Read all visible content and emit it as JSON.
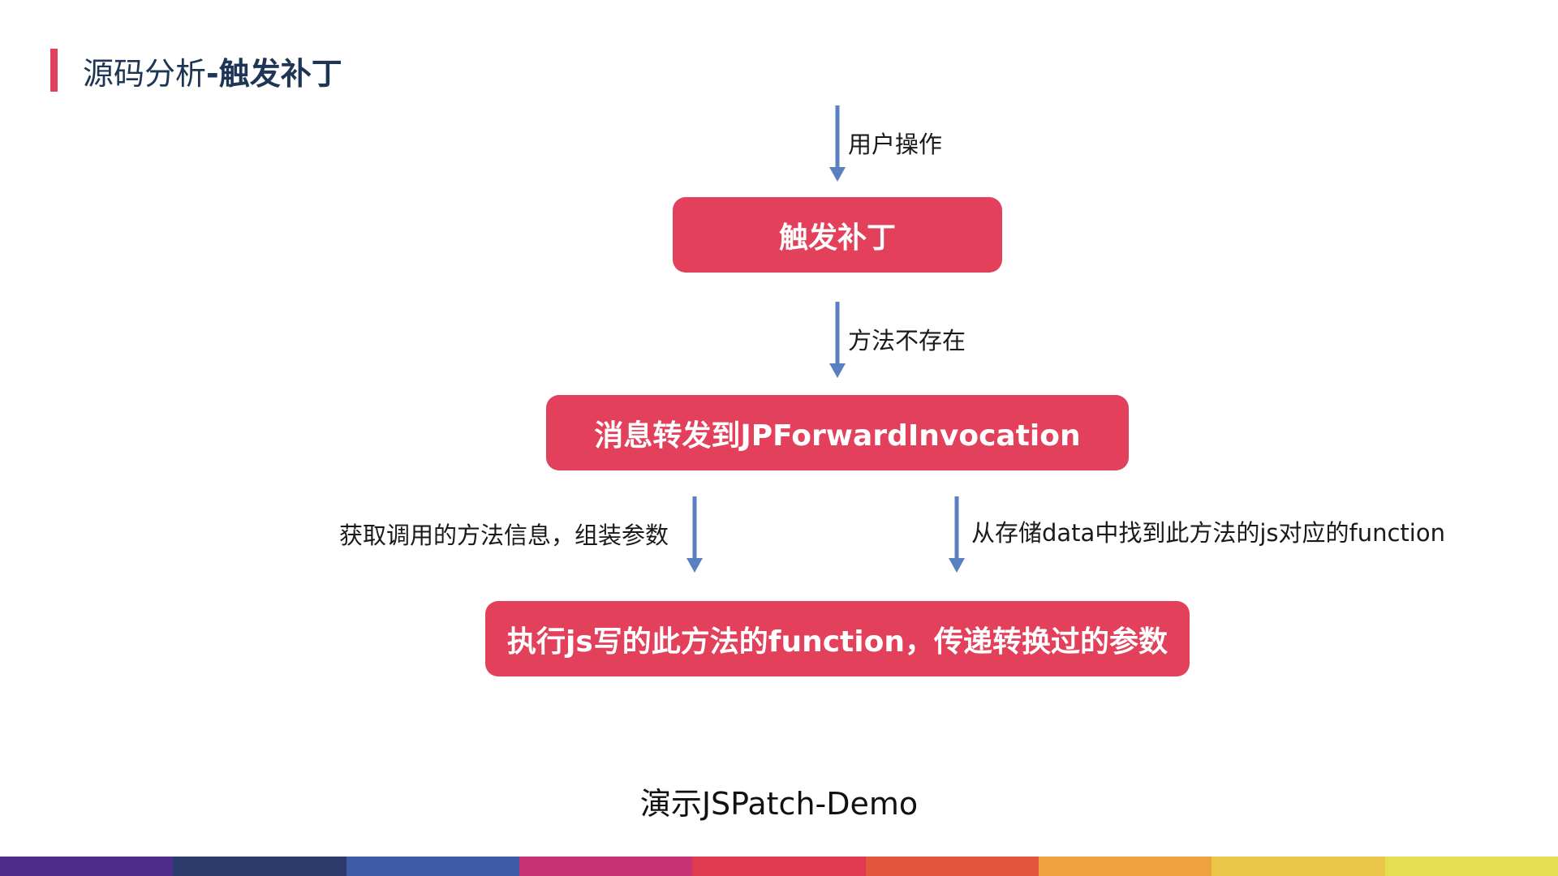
{
  "title": {
    "prefix": "源码分析",
    "suffix": "-触发补丁"
  },
  "diagram": {
    "nodes": [
      {
        "id": "trigger",
        "label": "触发补丁"
      },
      {
        "id": "forward",
        "label": "消息转发到JPForwardInvocation"
      },
      {
        "id": "execute",
        "label": "执行js写的此方法的function，传递转换过的参数"
      }
    ],
    "edges": [
      {
        "from": "",
        "to": "trigger",
        "label": "用户操作"
      },
      {
        "from": "trigger",
        "to": "forward",
        "label": "方法不存在"
      },
      {
        "from": "forward",
        "to": "execute",
        "label": "获取调用的方法信息，组装参数"
      },
      {
        "from": "forward",
        "to": "execute",
        "label": "从存储data中找到此方法的js对应的function"
      }
    ]
  },
  "demo_text": "演示JSPatch-Demo",
  "colors": {
    "accent": "#e2405b",
    "title": "#1f3556",
    "arrow": "#5b80c0",
    "strip": [
      "#4d2c8c",
      "#2c3b6b",
      "#3f5aa8",
      "#c73372",
      "#e03a52",
      "#e4553e",
      "#eda13f",
      "#ecc648",
      "#e6df52"
    ]
  }
}
